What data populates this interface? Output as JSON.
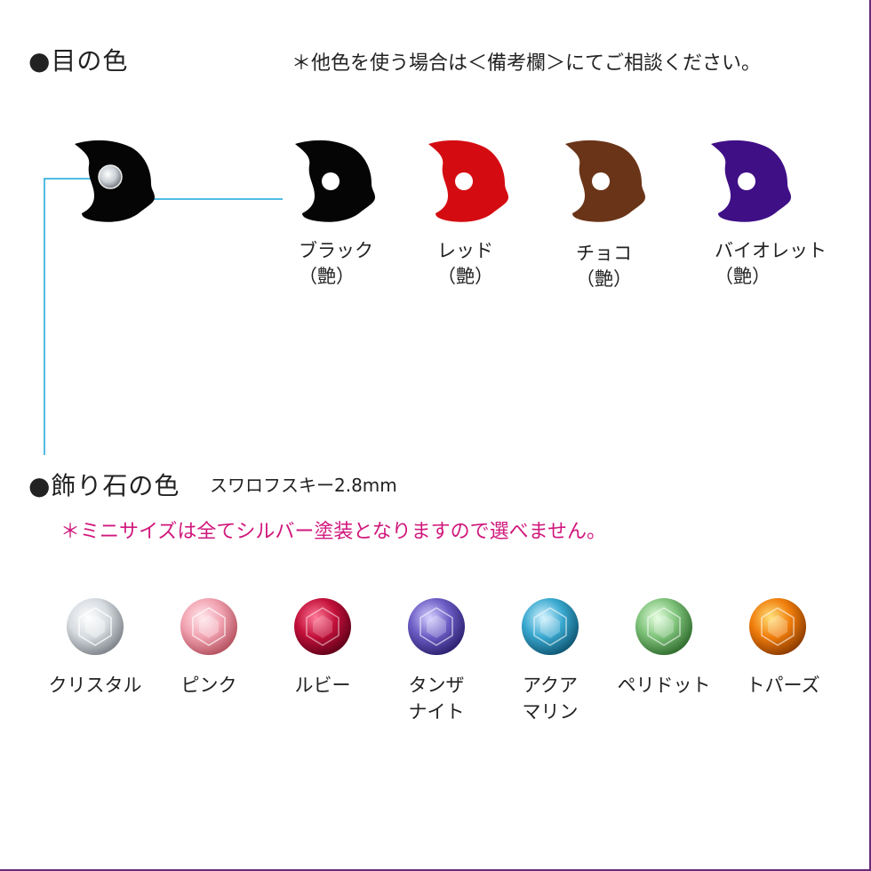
{
  "eye_section": {
    "title": "●目の色",
    "note": "＊他色を使う場合は＜備考欄＞にてご相談ください。",
    "colors": [
      {
        "line1": "ブラック",
        "line2": "（艶）",
        "hex": "#050505"
      },
      {
        "line1": "レッド",
        "line2": "（艶）",
        "hex": "#d40c12"
      },
      {
        "line1": "チョコ",
        "line2": "（艶）",
        "hex": "#6a3418"
      },
      {
        "line1": "バイオレット",
        "line2": "（艶）",
        "hex": "#3f0f86"
      }
    ]
  },
  "stone_section": {
    "title": "●飾り石の色",
    "subtitle": "スワロフスキー2.8mm",
    "note": "＊ミニサイズは全てシルバー塗装となりますので選べません。",
    "stones": [
      {
        "line1": "クリスタル",
        "line2": "",
        "hex": "#d6dbe0"
      },
      {
        "line1": "ピンク",
        "line2": "",
        "hex": "#f1a2b0"
      },
      {
        "line1": "ルビー",
        "line2": "",
        "hex": "#c2103a"
      },
      {
        "line1": "タンザ",
        "line2": "ナイト",
        "hex": "#6b5cc4"
      },
      {
        "line1": "アクア",
        "line2": "マリン",
        "hex": "#39a8cf"
      },
      {
        "line1": "ペリドット",
        "line2": "",
        "hex": "#7ec27a"
      },
      {
        "line1": "トパーズ",
        "line2": "",
        "hex": "#f07d0c"
      }
    ]
  },
  "colors": {
    "accent_pink": "#d0177c",
    "connector_line": "#1aa6d8",
    "frame_border": "#6b2a7a"
  }
}
